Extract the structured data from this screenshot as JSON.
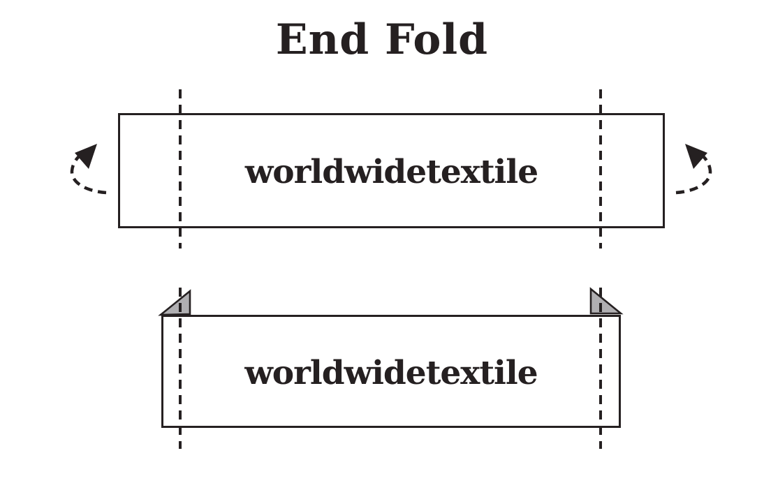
{
  "title": "End Fold",
  "figures": {
    "unfolded": {
      "name": "unfolded label with fold lines and fold arrows",
      "label_text": "worldwidetextile"
    },
    "folded": {
      "name": "end-folded label with folded corner tabs",
      "label_text": "worldwidetextile"
    }
  },
  "icons": {
    "left_arrow": "curved-dashed-fold-arrow-left",
    "right_arrow": "curved-dashed-fold-arrow-right",
    "left_tab": "folded-corner-tab-left",
    "right_tab": "folded-corner-tab-right"
  },
  "colors": {
    "ink": "#252021",
    "fold_tab_gray": "#b0afb2",
    "background": "#ffffff"
  }
}
